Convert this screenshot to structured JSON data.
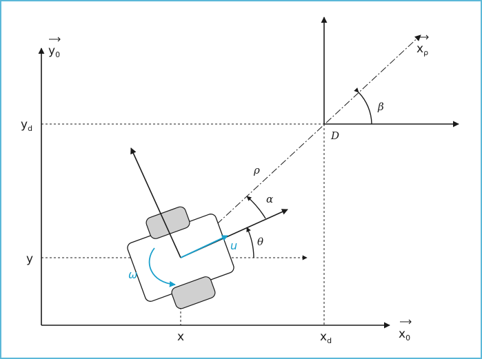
{
  "colors": {
    "frame": "#5bb8d8",
    "ink": "#1a1a1a",
    "accent": "#1aa0cc",
    "wheel": "#d0d0d0"
  },
  "labels": {
    "y0_axis": "y",
    "y0_sub": "0",
    "x0_axis": "x",
    "x0_sub": "0",
    "xrho_axis": "x",
    "xrho_sub": "ρ",
    "yd": "y",
    "yd_sub": "d",
    "y": "y",
    "x": "x",
    "xd": "x",
    "xd_sub": "d",
    "D": "D",
    "beta": "β",
    "rho": "ρ",
    "alpha": "α",
    "theta": "θ",
    "u": "u",
    "omega": "ω"
  }
}
